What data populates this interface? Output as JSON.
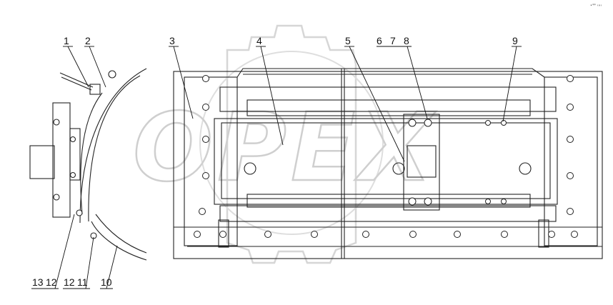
{
  "corner_mark": "•** ‹»›",
  "watermark": {
    "text": "OPEX"
  },
  "callouts": {
    "c1": "1",
    "c2": "2",
    "c3": "3",
    "c4": "4",
    "c5": "5",
    "c6": "6",
    "c7": "7",
    "c8": "8",
    "c9": "9",
    "c10": "10",
    "c11": "11",
    "c12": "12",
    "c12b": "12",
    "c13": "13"
  }
}
